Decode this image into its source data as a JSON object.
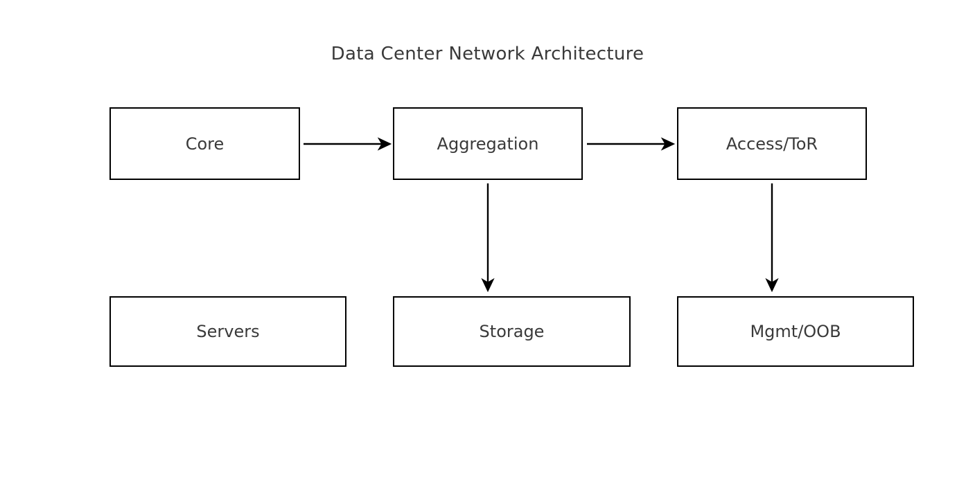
{
  "diagram": {
    "title": "Data Center Network Architecture",
    "type": "flowchart",
    "colors": {
      "background": "#ffffff",
      "box_border": "#000000",
      "box_fill": "#ffffff",
      "text": "#3a3a3a",
      "arrow": "#000000"
    },
    "nodes": [
      {
        "id": "core",
        "label": "Core",
        "row": "top"
      },
      {
        "id": "aggregation",
        "label": "Aggregation",
        "row": "top"
      },
      {
        "id": "access-tor",
        "label": "Access/ToR",
        "row": "top"
      },
      {
        "id": "servers",
        "label": "Servers",
        "row": "bottom"
      },
      {
        "id": "storage",
        "label": "Storage",
        "row": "bottom"
      },
      {
        "id": "mgmt-oob",
        "label": "Mgmt/OOB",
        "row": "bottom"
      }
    ],
    "edges": [
      {
        "from": "Core",
        "to": "Aggregation",
        "direction": "right"
      },
      {
        "from": "Aggregation",
        "to": "Access/ToR",
        "direction": "right"
      },
      {
        "from": "Aggregation",
        "to": "Storage",
        "direction": "down"
      },
      {
        "from": "Access/ToR",
        "to": "Mgmt/OOB",
        "direction": "down"
      }
    ]
  }
}
